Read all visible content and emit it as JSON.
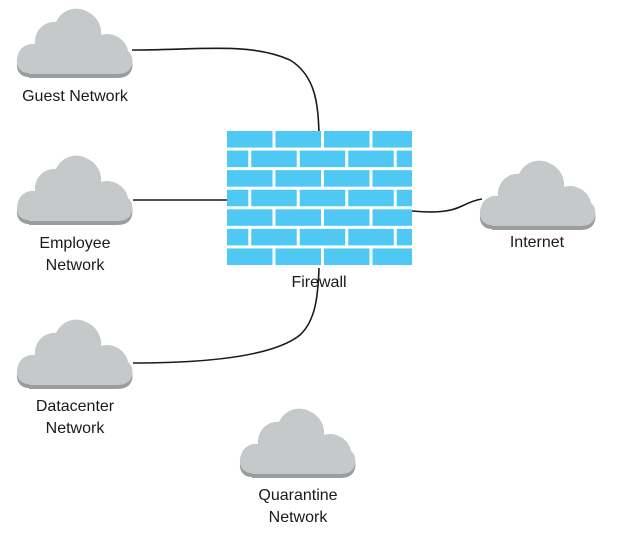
{
  "diagram": {
    "firewall": {
      "label": "Firewall",
      "brick_color": "#4fc9f4",
      "mortar_color": "#ffffff"
    },
    "cloud_color": "#c6c9c9",
    "cloud_shadow_color": "#9a9d9d",
    "line_color": "#1a1a1a",
    "nodes": {
      "guest": {
        "label": "Guest Network"
      },
      "employee": {
        "line1": "Employee",
        "line2": "Network"
      },
      "datacenter": {
        "line1": "Datacenter",
        "line2": "Network"
      },
      "quarantine": {
        "line1": "Quarantine",
        "line2": "Network"
      },
      "internet": {
        "label": "Internet"
      }
    },
    "connections": [
      {
        "from": "Guest Network",
        "to": "Firewall"
      },
      {
        "from": "Employee Network",
        "to": "Firewall"
      },
      {
        "from": "Datacenter Network",
        "to": "Firewall"
      },
      {
        "from": "Firewall",
        "to": "Internet"
      }
    ]
  }
}
